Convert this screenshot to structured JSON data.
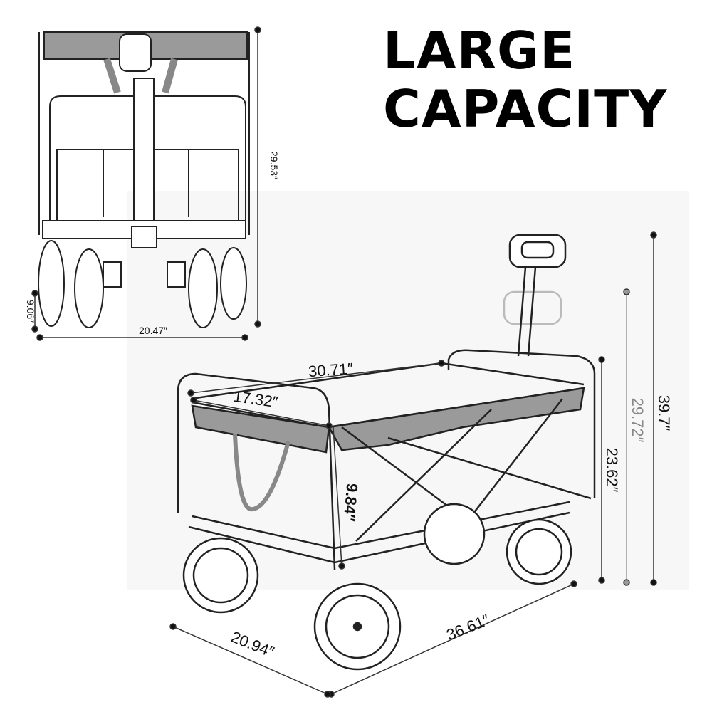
{
  "title": {
    "line1": "LARGE",
    "line2": "CAPACITY"
  },
  "front_view": {
    "height": "29.53″",
    "wheel_height": "9.06″",
    "width": "20.47″"
  },
  "side_view": {
    "top_length": "30.71″",
    "top_width": "17.32″",
    "depth": "9.84″",
    "body_height": "23.62″",
    "handle_folded_height": "29.72″",
    "handle_height": "39.7″",
    "base_length": "36.61″",
    "base_width": "20.94″"
  },
  "colors": {
    "line": "#222222",
    "fabric": "#9a9a9a",
    "grey_dim": "#888888",
    "panel": "#f7f7f7"
  }
}
